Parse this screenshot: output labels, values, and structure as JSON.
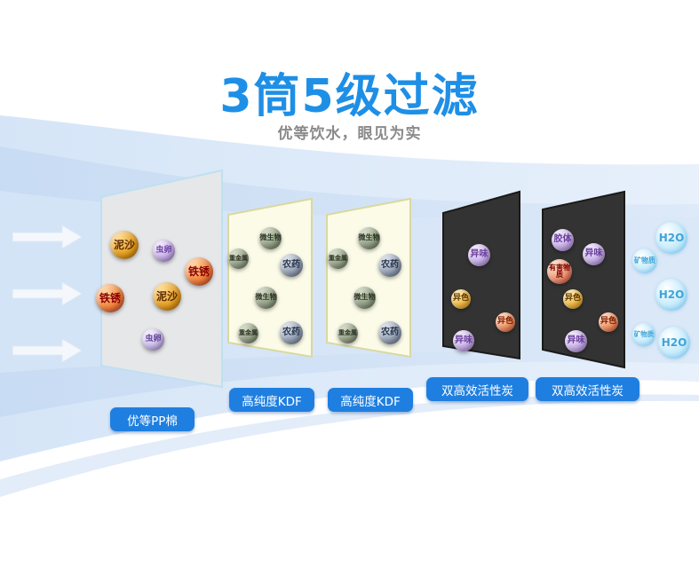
{
  "title": "3筒5级过滤",
  "subtitle": "优等饮水，眼见为实",
  "colors": {
    "accent": "#1e8fe6",
    "label_bg": "#1f7fe0"
  },
  "stages": [
    {
      "label": "优等PP棉",
      "particles": [
        "泥沙",
        "虫卵",
        "铁锈",
        "铁锈",
        "泥沙",
        "虫卵"
      ]
    },
    {
      "label": "高纯度KDF",
      "particles": [
        "微生物",
        "重金属",
        "农药",
        "微生物",
        "重金属",
        "农药"
      ]
    },
    {
      "label": "高纯度KDF",
      "particles": [
        "微生物",
        "重金属",
        "农药",
        "微生物",
        "重金属",
        "农药"
      ]
    },
    {
      "label": "双高效活性炭",
      "particles": [
        "异味",
        "异色",
        "异色",
        "异味"
      ]
    },
    {
      "label": "双高效活性炭",
      "particles": [
        "胶体",
        "异味",
        "有害物质",
        "异色",
        "异色",
        "异味"
      ]
    }
  ],
  "output": [
    "H2O",
    "矿物质",
    "H2O",
    "矿物质",
    "H2O"
  ]
}
